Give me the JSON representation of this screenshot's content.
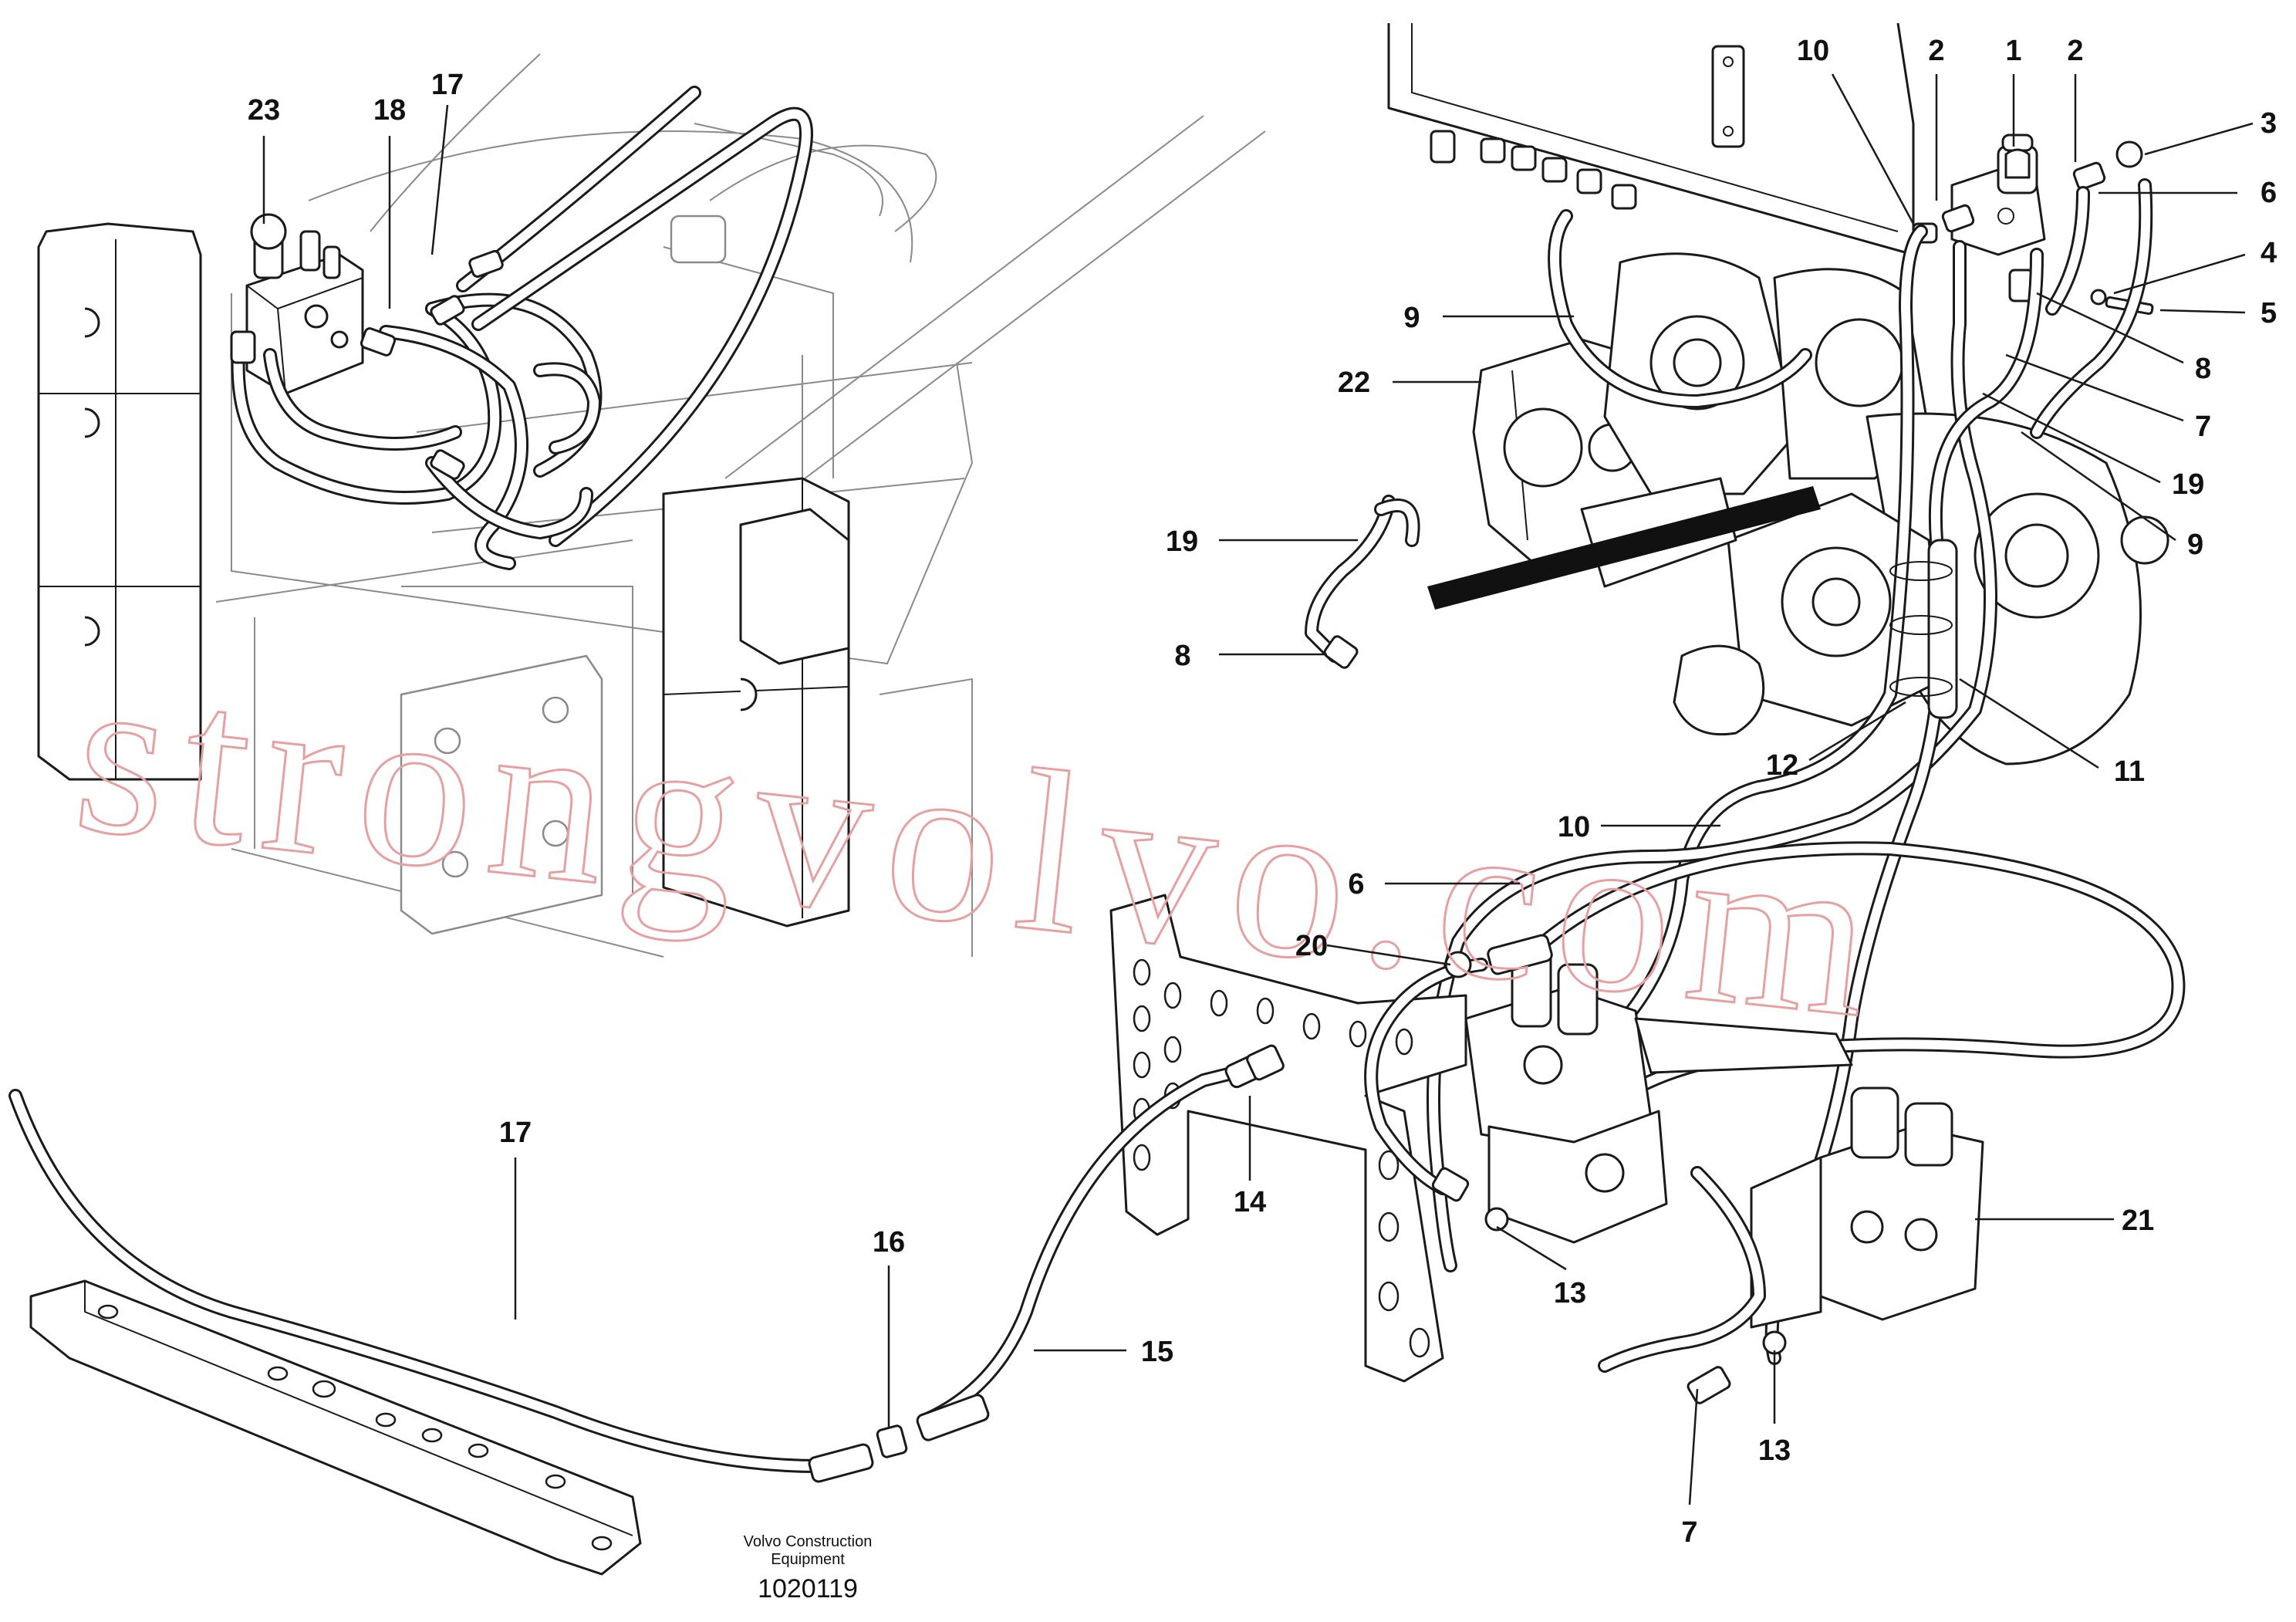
{
  "callouts": [
    {
      "id": "c23",
      "label": "23"
    },
    {
      "id": "c18",
      "label": "18"
    },
    {
      "id": "c17a",
      "label": "17"
    },
    {
      "id": "c10a",
      "label": "10"
    },
    {
      "id": "c2a",
      "label": "2"
    },
    {
      "id": "c1",
      "label": "1"
    },
    {
      "id": "c2b",
      "label": "2"
    },
    {
      "id": "c3",
      "label": "3"
    },
    {
      "id": "c6a",
      "label": "6"
    },
    {
      "id": "c4",
      "label": "4"
    },
    {
      "id": "c5",
      "label": "5"
    },
    {
      "id": "c8a",
      "label": "8"
    },
    {
      "id": "c7a",
      "label": "7"
    },
    {
      "id": "c19a",
      "label": "19"
    },
    {
      "id": "c9a",
      "label": "9"
    },
    {
      "id": "c9b",
      "label": "9"
    },
    {
      "id": "c22",
      "label": "22"
    },
    {
      "id": "c19b",
      "label": "19"
    },
    {
      "id": "c8b",
      "label": "8"
    },
    {
      "id": "c12",
      "label": "12"
    },
    {
      "id": "c11",
      "label": "11"
    },
    {
      "id": "c10b",
      "label": "10"
    },
    {
      "id": "c6b",
      "label": "6"
    },
    {
      "id": "c20",
      "label": "20"
    },
    {
      "id": "c17b",
      "label": "17"
    },
    {
      "id": "c14",
      "label": "14"
    },
    {
      "id": "c13a",
      "label": "13"
    },
    {
      "id": "c21",
      "label": "21"
    },
    {
      "id": "c16",
      "label": "16"
    },
    {
      "id": "c15",
      "label": "15"
    },
    {
      "id": "c13b",
      "label": "13"
    },
    {
      "id": "c7b",
      "label": "7"
    }
  ],
  "footer": {
    "company_line1": "Volvo Construction",
    "company_line2": "Equipment",
    "drawing_number": "1020119"
  },
  "watermark": {
    "text": "strongvolvo.com",
    "color": "#e6a0a0"
  }
}
